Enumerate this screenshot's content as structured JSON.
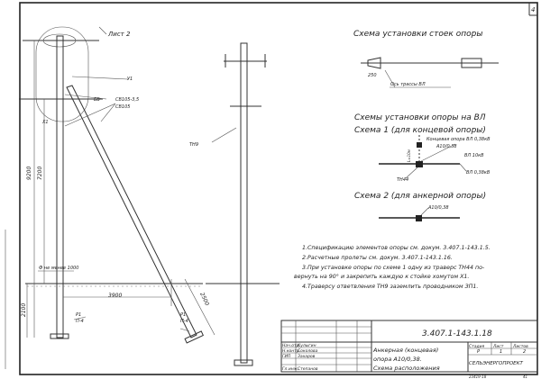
{
  "sheet_number": "4",
  "left_view": {
    "callout_sheet": "Лист 2",
    "label_u1": "У1",
    "label_bb": "ББ",
    "label_sv1": "СВ105-3,5",
    "label_sv2": "СВ105",
    "label_x1": "Х1",
    "dim_9200": "9200",
    "dim_7200": "7200",
    "dim_2100": "2100",
    "dim_3900": "3900",
    "dim_2500": "2500",
    "dim_1000": "Ф не менее 1000",
    "label_r1a": "Р1",
    "label_p4a": "П-4",
    "label_r1b": "Р1",
    "label_p4b": "П-4"
  },
  "middle_view": {
    "label_tn9": "ТН9"
  },
  "scheme_posts": {
    "title": "Схема установки стоек опоры",
    "axis_label": "Ось трассы ВЛ",
    "dim_250": "250"
  },
  "scheme_install": {
    "title": "Схемы установки опоры на ВЛ",
    "scheme1_title": "Схема 1 (для концевой опоры)",
    "end_support": "Концевая опора ВЛ 0,38кВ",
    "a10": "А10/0,38",
    "vl10": "ВЛ 10кВ",
    "vl038": "ВЛ 0,38кВ",
    "tn44": "ТН44",
    "dim_l": "L=10м",
    "scheme2_title": "Схема 2 (для анкерной опоры)",
    "a10_2": "А10/0,38"
  },
  "notes": [
    "1.Спецификацию элементов опоры см. докум. 3.407.1-143.1.5.",
    "2.Расчетные пролеты см. докум. 3.407.1-143.1.16.",
    "3.При установке опоры по схеме 1 одну из траверс ТН44 по-",
    "вернуть на 90° и закрепить каждую к стойке хомутом Х1.",
    "4.Траверсу ответвления ТН9 заземлить проводником ЗП1."
  ],
  "title_block": {
    "doc_code": "3.407.1-143.1.18",
    "roles": [
      "Нач.отд.",
      "Н.контр.",
      "ГИП",
      "Гл.инж."
    ],
    "names": [
      "Кулыгин",
      "Соколова",
      "Захаров",
      "Степанов"
    ],
    "title_lines": [
      "Анкерная (концевая)",
      "опора  А10/0,38.",
      "Схема расположения"
    ],
    "stage_header": "Стадия",
    "sheet_header": "Лист",
    "sheets_header": "Листов",
    "stage": "Р",
    "sheet": "1",
    "sheets": "2",
    "org": "СЕЛЬЭНЕРГОПРОЕКТ",
    "footer": "23419-18",
    "footer2": "41"
  }
}
